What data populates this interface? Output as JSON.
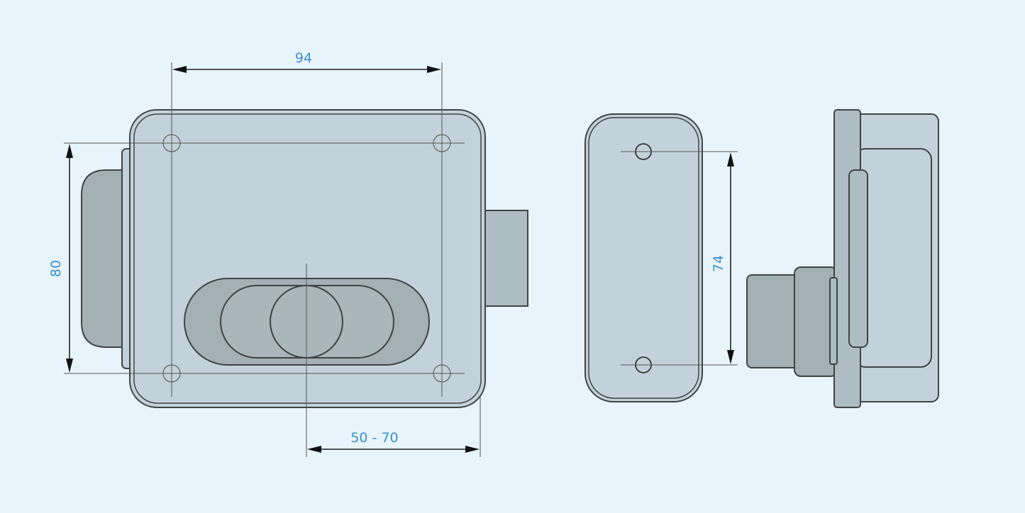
{
  "dimensions": {
    "width_holes": "94",
    "height_holes": "80",
    "backset": "50 - 70",
    "strike_holes": "74"
  },
  "colors": {
    "background": "#e8f4fc",
    "body": "#c3d2da",
    "dark_part": "#a3b0b6",
    "dimension_text": "#3b8fd0"
  }
}
